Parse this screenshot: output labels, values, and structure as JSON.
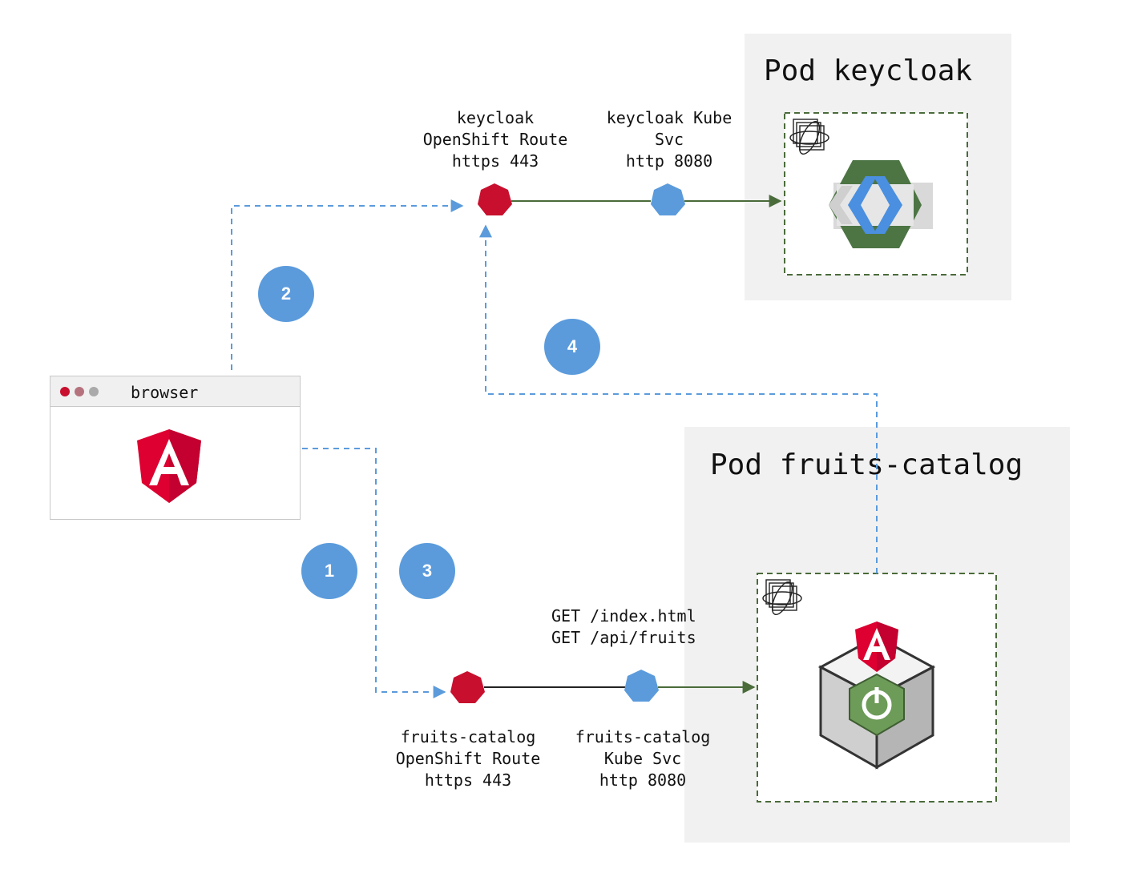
{
  "pods": {
    "keycloak_title": "Pod keycloak",
    "fruits_title": "Pod fruits-catalog"
  },
  "browser": {
    "title": "browser"
  },
  "labels": {
    "keycloak_route": "keycloak\nOpenShift Route\nhttps 443",
    "keycloak_svc": "keycloak Kube\nSvc\nhttp 8080",
    "fruits_route": "fruits-catalog\nOpenShift Route\nhttps 443",
    "fruits_svc": "fruits-catalog\nKube Svc\nhttp 8080",
    "requests": "GET /index.html\nGET /api/fruits"
  },
  "steps": [
    "1",
    "2",
    "3",
    "4"
  ],
  "colors": {
    "route": "#c8102e",
    "service": "#5b9bdc",
    "step_badge": "#5b9bdc",
    "dashed_flow": "#5b9bdc",
    "solid_flow": "#4a6b3a",
    "pod_bg": "#f1f1f1",
    "container_border": "#4a6b3a",
    "angular_red": "#dd0031",
    "keycloak_green": "#4d7544",
    "spring_green": "#6d9b58"
  },
  "icons": {
    "route": "openshift-route-icon",
    "service": "kube-service-icon",
    "container": "container-stack-icon",
    "keycloak": "keycloak-logo-icon",
    "angular": "angular-logo-icon",
    "spring": "spring-boot-icon"
  }
}
